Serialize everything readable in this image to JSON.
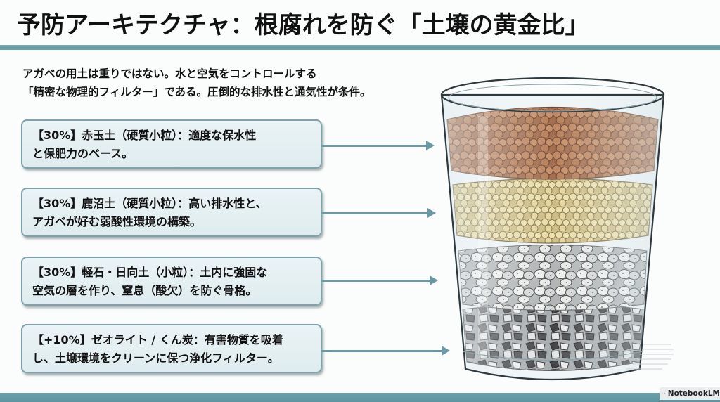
{
  "title": "予防アーキテクチャ：根腐れを防ぐ「土壌の黄金比」",
  "intro": {
    "line1": "アガベの用土は重りではない。水と空気をコントロールする",
    "line2": "「精密な物理的フィルター」である。圧倒的な排水性と通気性が条件。"
  },
  "layers": [
    {
      "line1": "【30%】赤玉土（硬質小粒）：適度な保水性",
      "line2": "と保肥力のベース。",
      "color": "#b57a52"
    },
    {
      "line1": "【30%】鹿沼土（硬質小粒）：高い排水性と、",
      "line2": "アガベが好む弱酸性環境の構築。",
      "color": "#e3d49a"
    },
    {
      "line1": "【30%】軽石・日向土（小粒）：土内に強固な",
      "line2": "空気の層を作り、窒息（酸欠）を防ぐ骨格。",
      "color": "#d9dcd9"
    },
    {
      "line1": "【+10%】ゼオライト / くん炭：有害物質を吸着",
      "line2": "し、土壌環境をクリーンに保つ浄化フィルター。",
      "color": "#3b3d40"
    }
  ],
  "colors": {
    "accent": "#5f9aa5",
    "arrow": "#6b98a2",
    "callout_border": "#7fa3ab",
    "callout_bg": "#e4eff1"
  },
  "badge": {
    "label": "NotebookLM"
  }
}
